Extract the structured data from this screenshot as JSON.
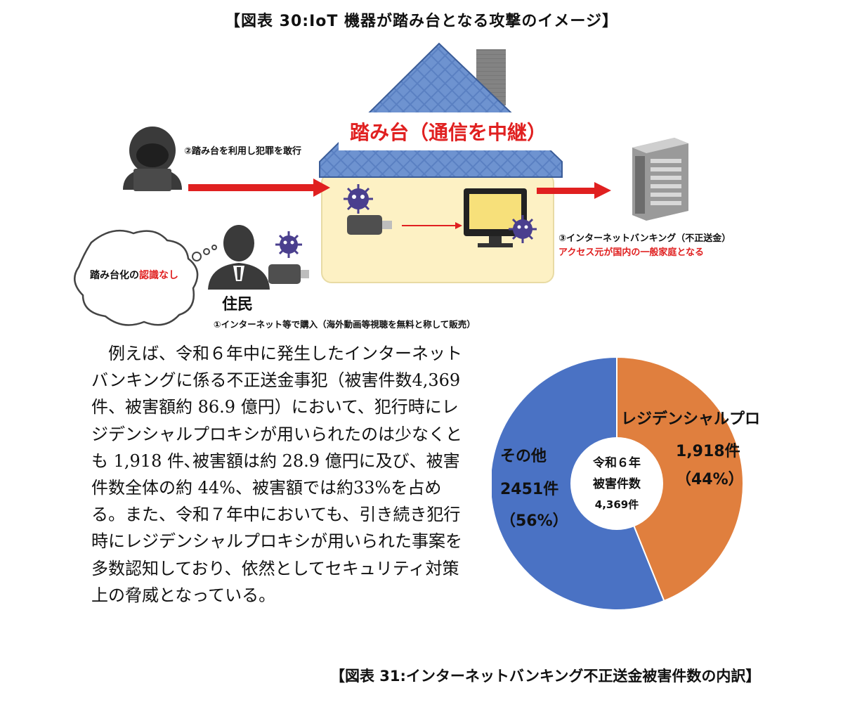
{
  "figure30": {
    "title": "【図表 30:IoT 機器が踏み台となる攻撃のイメージ】",
    "banner": "踏み台（通信を中継）",
    "step2": "②踏み台を利用し犯罪を敢行",
    "step3_line1": "③インターネットバンキング（不正送金）",
    "step3_line2": "アクセス元が国内の一般家庭となる",
    "resident": "住民",
    "step1": "①インターネット等で購入（海外動画等視聴を無料と称して販売）",
    "thought_prefix": "踏み台化の",
    "thought_highlight": "認識なし",
    "icons": [
      "hacker-icon",
      "house-roof-icon",
      "chimney-icon",
      "malware-virus-icon",
      "iot-device-icon",
      "monitor-icon",
      "server-icon",
      "resident-icon",
      "thought-bubble-icon"
    ],
    "colors": {
      "roof": "#5a7fbf",
      "house": "#fdf3c9",
      "arrow": "#e02020",
      "banner_text": "#e02020"
    }
  },
  "body_paragraph": "例えば、令和６年中に発生したインターネットバンキングに係る不正送金事犯（被害件数4,369 件、被害額約 86.9 億円）において、犯行時にレジデンシャルプロキシが用いられたのは少なくとも 1,918 件､被害額は約 28.9 億円に及び、被害件数全体の約 44%、被害額では約33%を占める。また、令和７年中においても、引き続き犯行時にレジデンシャルプロキシが用いられた事案を多数認知しており、依然としてセキュリティ対策上の脅威となっている。",
  "figure31": {
    "title": "【図表 31:インターネットバンキング不正送金被害件数の内訳】"
  },
  "chart_data": {
    "type": "pie",
    "variant": "donut",
    "center_label": [
      "令和６年",
      "被害件数",
      "4,369件"
    ],
    "slices": [
      {
        "name": "レジデンシャルプロキシ",
        "value": 1918,
        "value_label": "1,918件",
        "percent_label": "（44%）",
        "color": "#e07f3e"
      },
      {
        "name": "その他",
        "value": 2451,
        "value_label": "2451件",
        "percent_label": "（56%）",
        "color": "#4a72c4"
      }
    ],
    "total": 4369
  }
}
